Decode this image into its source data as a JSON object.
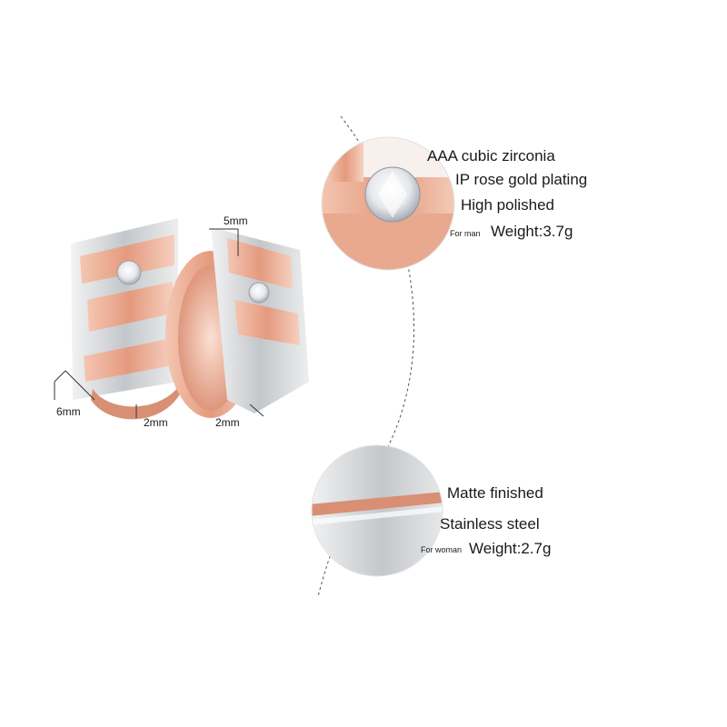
{
  "dimensions": {
    "top_width": "5mm",
    "man_width": "6mm",
    "man_thickness": "2mm",
    "woman_thickness": "2mm"
  },
  "man_detail": {
    "feature_1": "AAA cubic zirconia",
    "feature_2": "IP rose gold plating",
    "feature_3": "High polished",
    "for_label": "For man",
    "weight": "Weight:3.7g"
  },
  "woman_detail": {
    "feature_1": "Matte finished",
    "feature_2": "Stainless steel",
    "for_label": "For woman",
    "weight": "Weight:2.7g"
  },
  "colors": {
    "rose_gold": "#e9a489",
    "rose_gold_dark": "#c97a60",
    "silver": "#d7d9db",
    "silver_dark": "#a9adb1"
  }
}
